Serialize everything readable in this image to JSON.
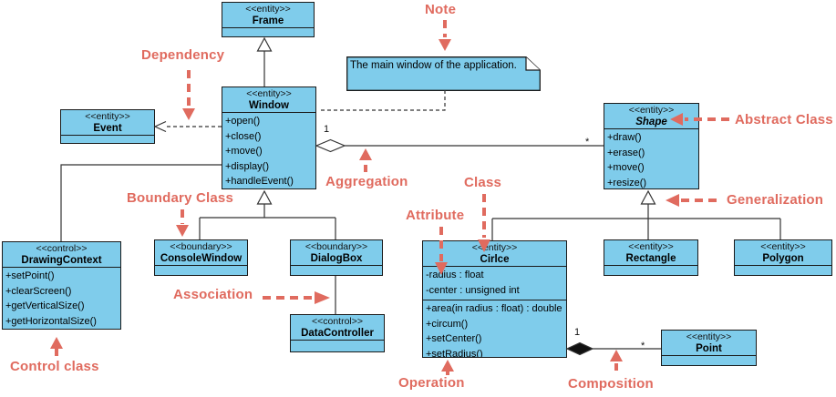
{
  "colors": {
    "class_fill": "#7FCCEB",
    "class_border": "#1A1A1A",
    "connector": "#333333",
    "annotation_red": "#E06B5F",
    "background": "#FFFFFF"
  },
  "note": {
    "text": "The main window of the application."
  },
  "annotations": {
    "note": "Note",
    "dependency": "Dependency",
    "abstract_class": "Abstract Class",
    "aggregation": "Aggregation",
    "boundary_class": "Boundary Class",
    "class_label": "Class",
    "attribute": "Attribute",
    "generalization": "Generalization",
    "association": "Association",
    "control_class": "Control class",
    "operation": "Operation",
    "composition": "Composition"
  },
  "multiplicities": {
    "aggregation_one": "1",
    "aggregation_many": "*",
    "composition_one": "1",
    "composition_many": "*"
  },
  "classes": {
    "frame": {
      "stereotype": "<<entity>>",
      "name": "Frame"
    },
    "window": {
      "stereotype": "<<entity>>",
      "name": "Window",
      "operations": [
        "+open()",
        "+close()",
        "+move()",
        "+display()",
        "+handleEvent()"
      ]
    },
    "event": {
      "stereotype": "<<entity>>",
      "name": "Event"
    },
    "shape": {
      "stereotype": "<<entity>>",
      "name": "Shape",
      "operations": [
        "+draw()",
        "+erase()",
        "+move()",
        "+resize()"
      ]
    },
    "drawing_context": {
      "stereotype": "<<control>>",
      "name": "DrawingContext",
      "operations": [
        "+setPoint()",
        "+clearScreen()",
        "+getVerticalSize()",
        "+getHorizontalSize()"
      ]
    },
    "console_window": {
      "stereotype": "<<boundary>>",
      "name": "ConsoleWindow"
    },
    "dialog_box": {
      "stereotype": "<<boundary>>",
      "name": "DialogBox"
    },
    "cirlce": {
      "stereotype": "<<entity>>",
      "name": "Cirlce",
      "attributes": [
        "-radius : float",
        "-center : unsigned int"
      ],
      "operations": [
        "+area(in radius : float) : double",
        "+circum()",
        "+setCenter()",
        "+setRadius()"
      ]
    },
    "rectangle": {
      "stereotype": "<<entity>>",
      "name": "Rectangle"
    },
    "polygon": {
      "stereotype": "<<entity>>",
      "name": "Polygon"
    },
    "data_controller": {
      "stereotype": "<<control>>",
      "name": "DataController"
    },
    "point": {
      "stereotype": "<<entity>>",
      "name": "Point"
    }
  }
}
